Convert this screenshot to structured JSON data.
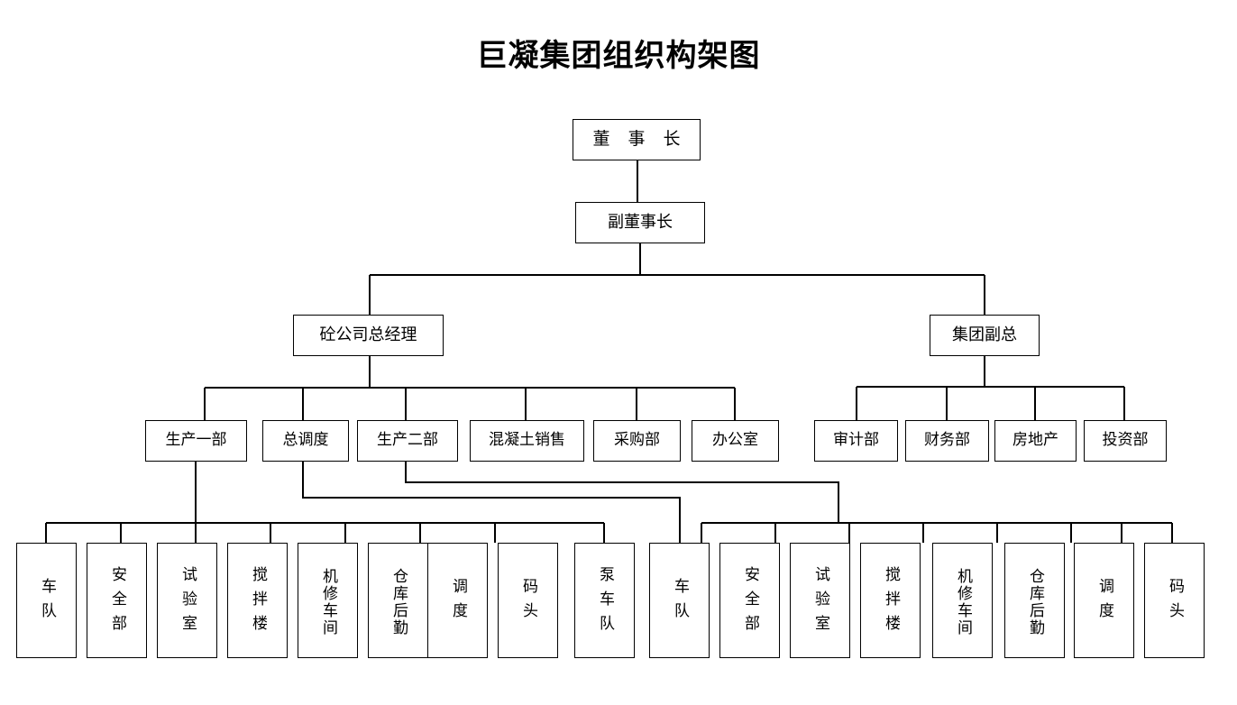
{
  "chart": {
    "title": "巨凝集团组织构架图",
    "type": "org-chart",
    "orientation": "top-down",
    "line_color": "#000000",
    "box_border_color": "#000000",
    "background": "#ffffff"
  },
  "nodes": {
    "chairman": {
      "label": "董 事 长"
    },
    "vice_chairman": {
      "label": "副董事长"
    },
    "concrete_gm": {
      "label": "砼公司总经理"
    },
    "group_vp": {
      "label": "集团副总"
    },
    "prod1": {
      "label": "生产一部"
    },
    "dispatch_main": {
      "label": "总调度"
    },
    "prod2": {
      "label": "生产二部"
    },
    "concrete_sales": {
      "label": "混凝土销售"
    },
    "purchasing": {
      "label": "采购部"
    },
    "office": {
      "label": "办公室"
    },
    "audit": {
      "label": "审计部"
    },
    "finance": {
      "label": "财务部"
    },
    "real_estate": {
      "label": "房地产"
    },
    "investment": {
      "label": "投资部"
    },
    "l1_fleet": {
      "label": "车队"
    },
    "l1_safety": {
      "label": "安全部"
    },
    "l1_lab": {
      "label": "试验室"
    },
    "l1_mixing": {
      "label": "搅拌楼"
    },
    "l1_repair": {
      "label": "机修车间"
    },
    "l1_warehouse": {
      "label": "仓库后勤"
    },
    "l1_dispatch": {
      "label": "调度"
    },
    "l1_wharf": {
      "label": "码头"
    },
    "l2_pump_fleet": {
      "label": "泵车队"
    },
    "l2_fleet": {
      "label": "车队"
    },
    "l2_safety": {
      "label": "安全部"
    },
    "l2_lab": {
      "label": "试验室"
    },
    "l2_mixing": {
      "label": "搅拌楼"
    },
    "l2_repair": {
      "label": "机修车间"
    },
    "l2_warehouse": {
      "label": "仓库后勤"
    },
    "l2_dispatch": {
      "label": "调度"
    },
    "l2_wharf": {
      "label": "码头"
    }
  },
  "chart_data": {
    "type": "diagram",
    "title": "巨凝集团组织构架图",
    "levels": [
      {
        "level": 1,
        "labels": [
          "董 事 长"
        ]
      },
      {
        "level": 2,
        "labels": [
          "副董事长"
        ]
      },
      {
        "level": 3,
        "labels": [
          "砼公司总经理",
          "集团副总"
        ]
      },
      {
        "level": 4,
        "labels": [
          "生产一部",
          "总调度",
          "生产二部",
          "混凝土销售",
          "采购部",
          "办公室",
          "审计部",
          "财务部",
          "房地产",
          "投资部"
        ]
      },
      {
        "level": 5,
        "labels": [
          "车队",
          "安全部",
          "试验室",
          "搅拌楼",
          "机修车间",
          "仓库后勤",
          "调度",
          "码头",
          "泵车队",
          "车队",
          "安全部",
          "试验室",
          "搅拌楼",
          "机修车间",
          "仓库后勤",
          "调度",
          "码头"
        ]
      }
    ],
    "edges": [
      [
        "董 事 长",
        "副董事长"
      ],
      [
        "副董事长",
        "砼公司总经理"
      ],
      [
        "副董事长",
        "集团副总"
      ],
      [
        "砼公司总经理",
        "生产一部"
      ],
      [
        "砼公司总经理",
        "总调度"
      ],
      [
        "砼公司总经理",
        "生产二部"
      ],
      [
        "砼公司总经理",
        "混凝土销售"
      ],
      [
        "砼公司总经理",
        "采购部"
      ],
      [
        "砼公司总经理",
        "办公室"
      ],
      [
        "集团副总",
        "审计部"
      ],
      [
        "集团副总",
        "财务部"
      ],
      [
        "集团副总",
        "房地产"
      ],
      [
        "集团副总",
        "投资部"
      ],
      [
        "生产一部",
        "车队"
      ],
      [
        "生产一部",
        "安全部"
      ],
      [
        "生产一部",
        "试验室"
      ],
      [
        "生产一部",
        "搅拌楼"
      ],
      [
        "生产一部",
        "机修车间"
      ],
      [
        "生产一部",
        "仓库后勤"
      ],
      [
        "生产一部",
        "调度"
      ],
      [
        "生产一部",
        "码头"
      ],
      [
        "生产二部",
        "泵车队"
      ],
      [
        "生产二部",
        "车队"
      ],
      [
        "生产二部",
        "安全部"
      ],
      [
        "生产二部",
        "试验室"
      ],
      [
        "生产二部",
        "搅拌楼"
      ],
      [
        "生产二部",
        "机修车间"
      ],
      [
        "生产二部",
        "仓库后勤"
      ],
      [
        "生产二部",
        "调度"
      ],
      [
        "生产二部",
        "码头"
      ]
    ]
  }
}
